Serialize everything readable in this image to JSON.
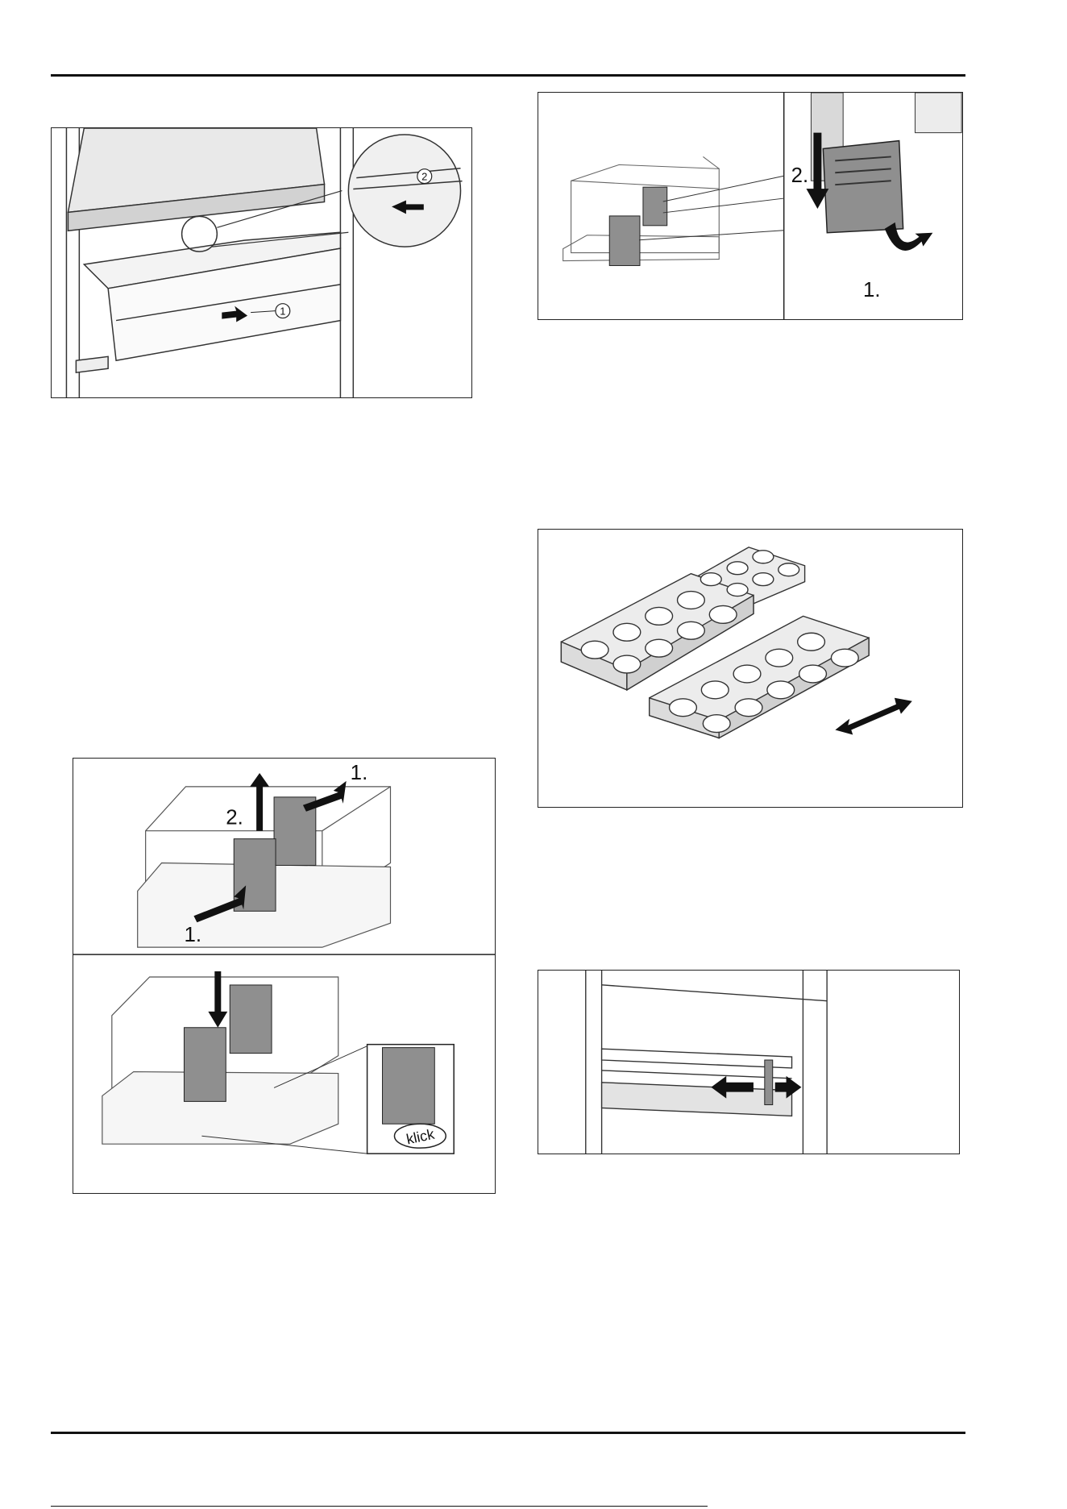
{
  "figures": {
    "drawer": {
      "callouts": [
        "1",
        "2"
      ]
    },
    "divider_remove": {
      "steps": [
        "2.",
        "1."
      ]
    },
    "egg_trays": {},
    "divider_insert": {
      "steps": [
        "1.",
        "2.",
        "1."
      ],
      "sound": "klick"
    },
    "shelf_divider": {}
  },
  "colors": {
    "accent": "#222222",
    "panel": "#8f8f8f",
    "shade": "#d4d4d4"
  }
}
